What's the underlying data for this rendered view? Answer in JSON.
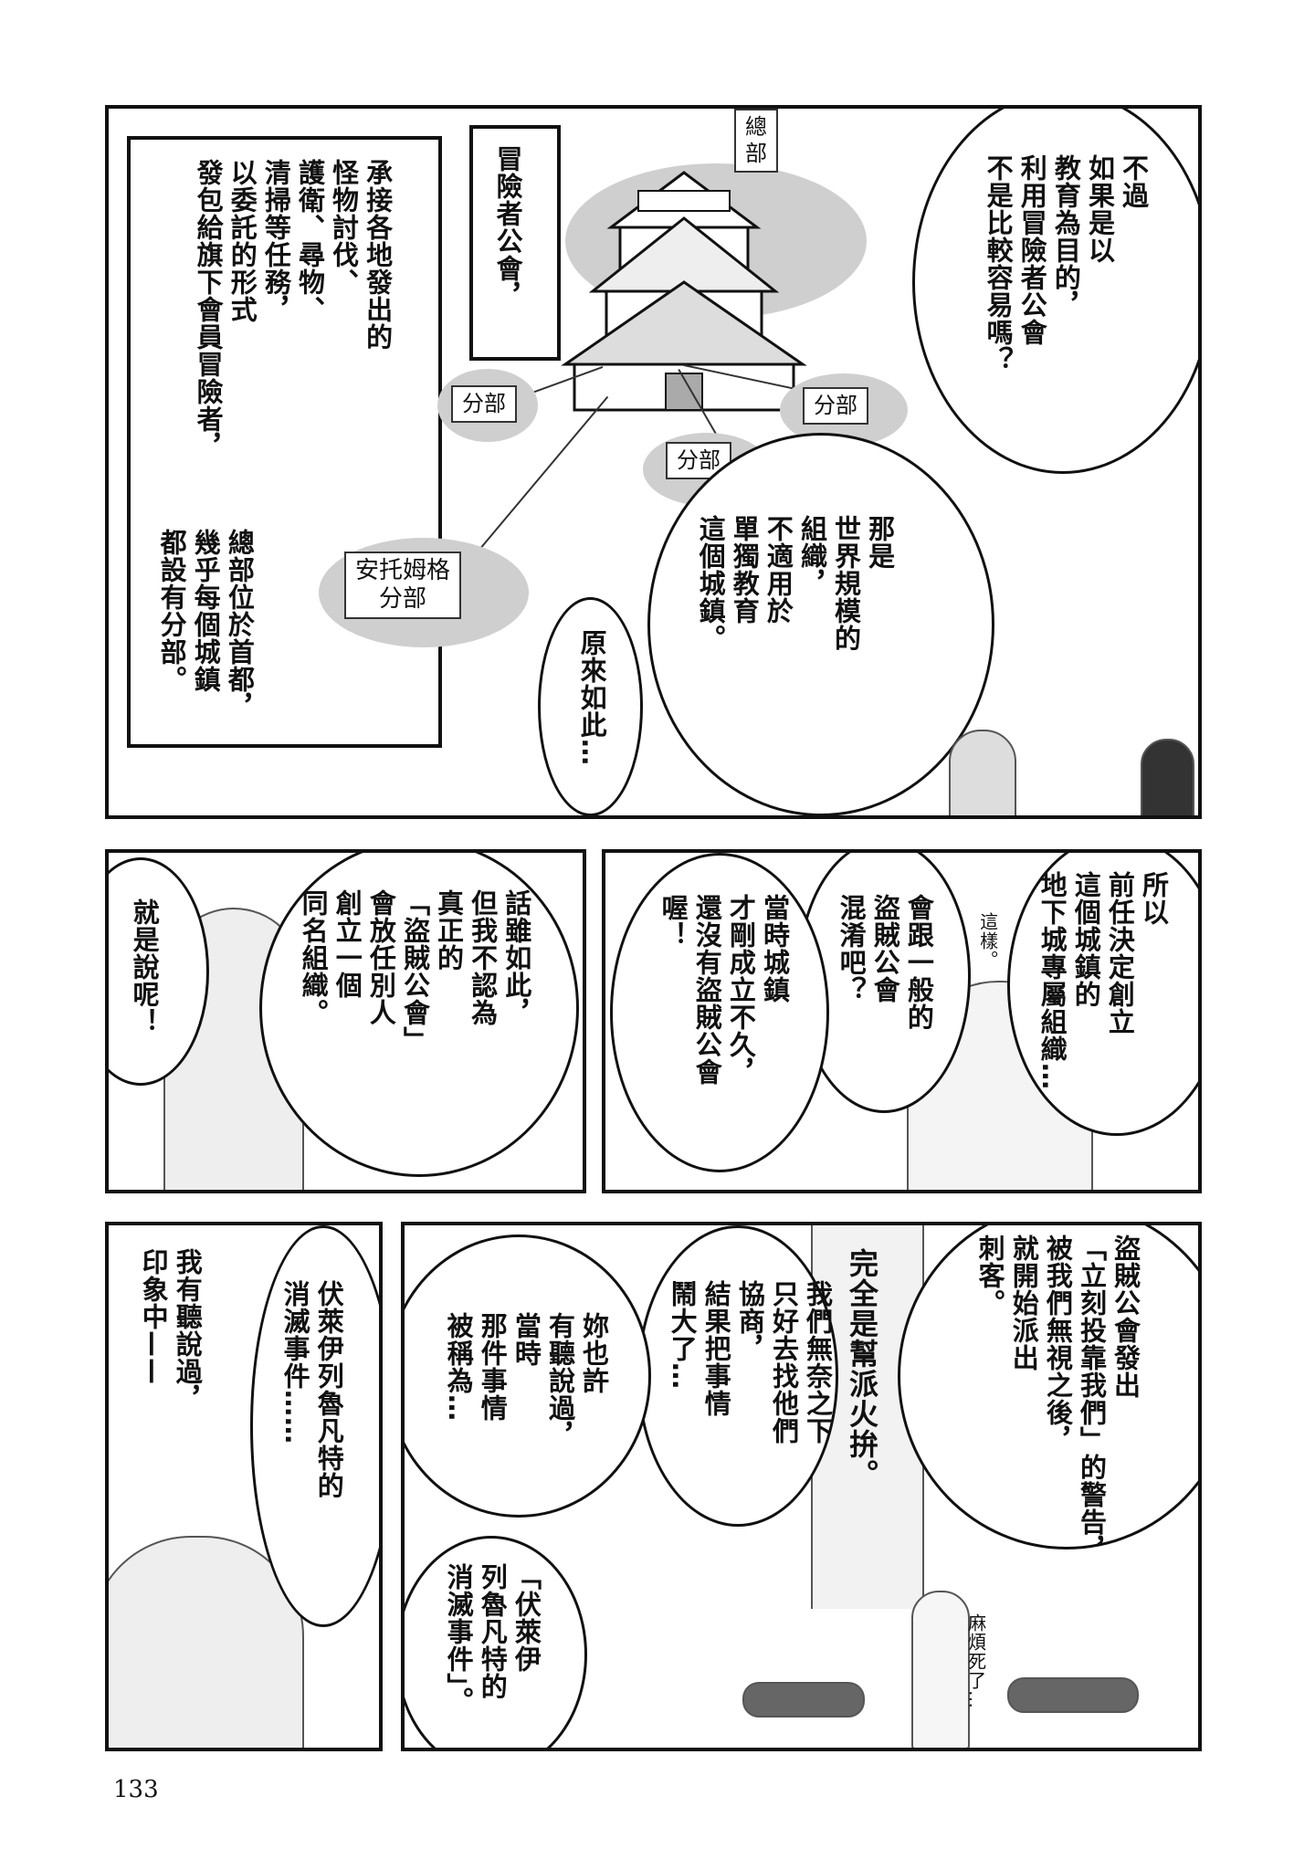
{
  "page_number": "133",
  "panel1": {
    "speech_top_right": "不過\n如果是以\n教育為目的，\n利用冒險者公會\n不是比較容易嗎？",
    "narration_title": "冒險者公會，",
    "narration_body": "承接各地發出的\n怪物討伐、\n護衛、尋物、\n清掃等任務，\n以委託的形式\n發包給旗下會員冒險者，",
    "narration_footer": "總部位於首都，\n幾乎每個城鎮\n都設有分部。",
    "sign_hq": "總\n部",
    "branch_labels": [
      "分部",
      "分部",
      "分部"
    ],
    "branch_antom": "安托姆格\n分部",
    "speech_world": "那是\n世界規模的\n組織，\n不適用於\n單獨教育\n這個城鎮。",
    "speech_i_see": "原來如此…"
  },
  "panel2_left": {
    "speech_agree": "就是說呢！",
    "speech_however": "話雖如此，\n但我不認為\n真正的\n「盜賊公會」\n會放任別人\n創立一個\n同名組織。"
  },
  "panel2_right": {
    "speech_so": "所以\n前任決定創立\n這個城鎮的\n地下城專屬組織…",
    "speech_i_see_small": "這樣。",
    "speech_confuse": "會跟一般的\n盜賊公會\n混淆吧？",
    "speech_then": "當時城鎮\n才剛成立不久，\n還沒有盜賊公會\n喔！"
  },
  "panel3_right": {
    "speech_warning": "盜賊公會發出\n「立刻投靠我們」的警告，\n被我們無視之後，\n就開始派出\n刺客。",
    "speech_gang_war": "完全是幫派火拚。",
    "speech_negotiate": "我們無奈之下\n只好去找他們\n協商，\n結果把事情\n鬧大了…",
    "speech_maybe_heard": "妳也許\n有聽說過，\n當時\n那件事情\n被稱為…",
    "speech_incident": "「伏萊伊\n列魯凡特的\n消滅事件」。",
    "sfx_annoying": "麻煩死了…"
  },
  "panel3_left": {
    "speech_incident_name": "伏萊伊列魯凡特的\n消滅事件……",
    "thought_heard": "我有聽說過，\n印象中——"
  }
}
